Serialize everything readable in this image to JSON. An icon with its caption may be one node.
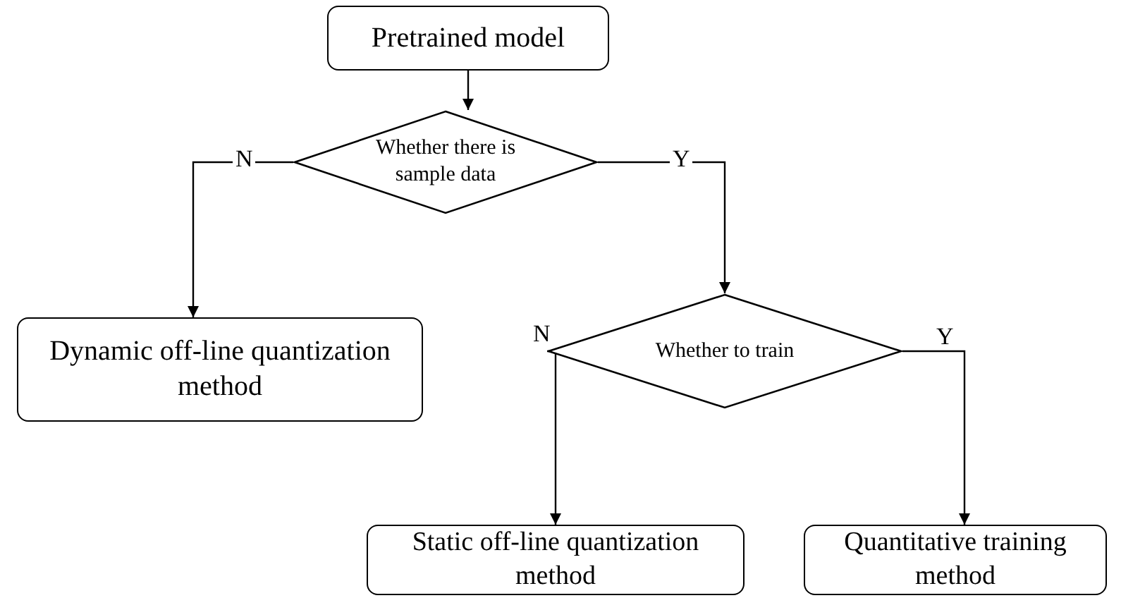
{
  "diagram": {
    "nodes": [
      {
        "text": [
          "Pretrained model"
        ]
      },
      {
        "text": [
          "Whether there is sample data"
        ]
      },
      {
        "text": [
          "Dynamic off-line quantization method"
        ]
      },
      {
        "text": [
          "Whether to train"
        ]
      },
      {
        "text": [
          "Static off-line quantization method"
        ]
      },
      {
        "text": [
          "Quantitative training method"
        ]
      }
    ],
    "edges": [
      {
        "from": 0,
        "to": 1,
        "arrow": "to"
      },
      {
        "from": 1,
        "to": 2,
        "arrow": "to",
        "label": "N"
      },
      {
        "from": 1,
        "to": 3,
        "arrow": "to",
        "label": "Y"
      },
      {
        "from": 3,
        "to": 4,
        "arrow": "to",
        "label": "N"
      },
      {
        "from": 3,
        "to": 5,
        "arrow": "to",
        "label": "Y"
      }
    ]
  }
}
